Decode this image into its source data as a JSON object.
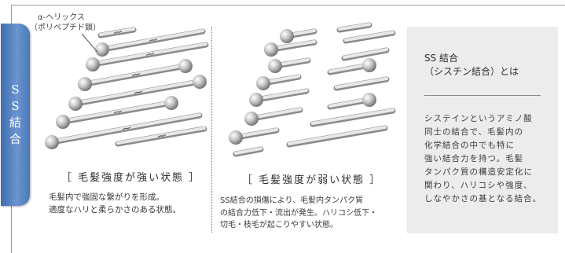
{
  "side_tab": [
    "S",
    "S",
    "結",
    "合"
  ],
  "callout": {
    "line1": "α-ヘリックス",
    "line2": "（ポリペプチド鎖）"
  },
  "strong": {
    "heading": "［ 毛髪強度が強い状態 ］",
    "desc_lines": [
      "毛髪内で強固な繋がりを形成。",
      "適度なハリと柔らかさのある状態。"
    ]
  },
  "weak": {
    "heading": "［ 毛髪強度が弱い状態 ］",
    "desc_lines": [
      "SS結合の損傷により、毛髪内タンパク質",
      "の結合力低下・流出が発生。ハリコシ低下・",
      "切毛・枝毛が起こりやすい状態。"
    ]
  },
  "info_box": {
    "title_lines": [
      "SS 結合",
      "（シスチン結合）とは"
    ],
    "body_lines": [
      "システインというアミノ酸",
      "同士の結合で、毛髪内の",
      "化学結合の中でも特に",
      "強い結合力を持つ。毛髪",
      "タンパク質の構造安定化に",
      "関わり、ハリコシや強度、",
      "しなやかさの基となる結合。"
    ]
  },
  "colors": {
    "tab_blue": "#4f7dbf",
    "box_gray": "#ececec"
  }
}
